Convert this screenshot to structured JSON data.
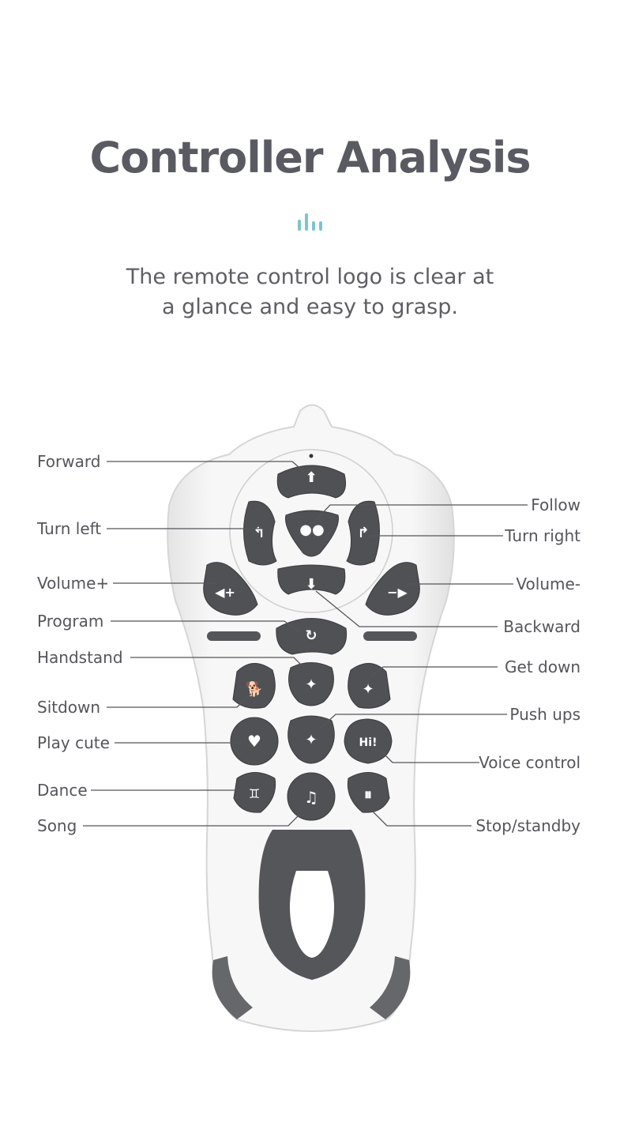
{
  "header": {
    "title": "Controller Analysis",
    "subtitle_line1": "The remote control logo is clear at",
    "subtitle_line2": "a glance and easy to grasp."
  },
  "colors": {
    "accent": "#7cc6cb",
    "button": "#505155",
    "body": "#f2f2f2",
    "text": "#58585e"
  },
  "labels_left": {
    "forward": "Forward",
    "turn_left": "Turn left",
    "volume_up": "Volume+",
    "program": "Program",
    "handstand": "Handstand",
    "sitdown": "Sitdown",
    "play_cute": "Play cute",
    "dance": "Dance",
    "song": "Song"
  },
  "labels_right": {
    "follow": "Follow",
    "turn_right": "Turn right",
    "volume_down": "Volume-",
    "backward": "Backward",
    "get_down": "Get down",
    "push_ups": "Push ups",
    "voice_control": "Voice control",
    "stop_standby": "Stop/standby"
  },
  "button_glyphs": {
    "voice": "Hi!"
  }
}
